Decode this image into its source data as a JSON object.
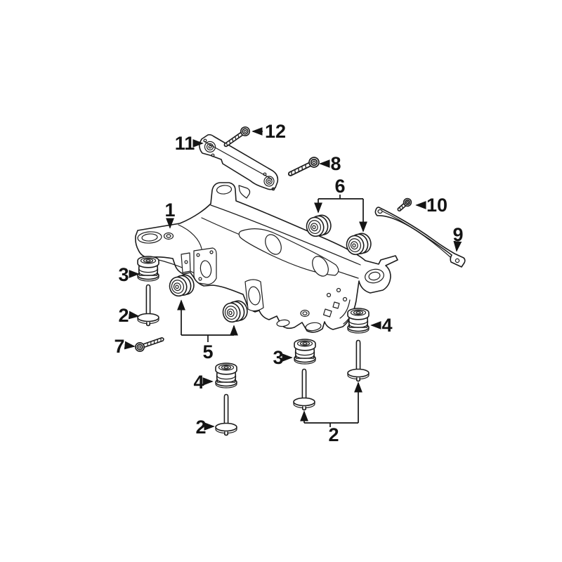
{
  "page": {
    "background": "#ffffff"
  },
  "diagram": {
    "type": "exploded-parts-line-drawing",
    "subject": "rear-suspension-crossmember",
    "line_color": "#1c1c1c",
    "label_color": "#141414",
    "callouts": {
      "c1": {
        "label": "1"
      },
      "c2a": {
        "label": "2"
      },
      "c2b": {
        "label": "2"
      },
      "c2c": {
        "label": "2"
      },
      "c3a": {
        "label": "3"
      },
      "c3b": {
        "label": "3"
      },
      "c4a": {
        "label": "4"
      },
      "c4b": {
        "label": "4"
      },
      "c5": {
        "label": "5"
      },
      "c6": {
        "label": "6"
      },
      "c7": {
        "label": "7"
      },
      "c8": {
        "label": "8"
      },
      "c9": {
        "label": "9"
      },
      "c10": {
        "label": "10"
      },
      "c11": {
        "label": "11"
      },
      "c12": {
        "label": "12"
      }
    }
  }
}
